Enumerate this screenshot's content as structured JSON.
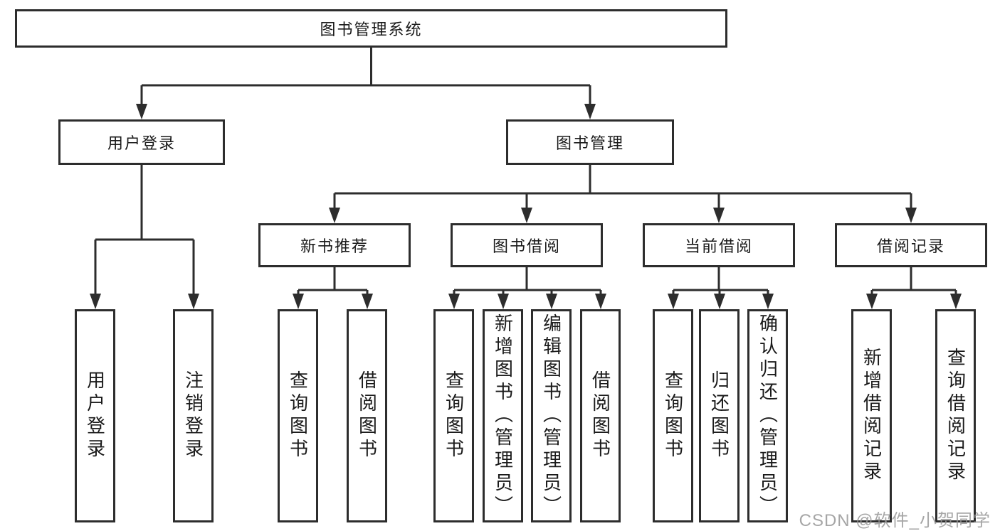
{
  "diagram": {
    "root_label": "图书管理系统",
    "user_login": {
      "label": "用户登录",
      "leaves": [
        "用户登录",
        "注销登录"
      ]
    },
    "book_mgmt": {
      "label": "图书管理",
      "sections": [
        {
          "label": "新书推荐",
          "leaves": [
            "查询图书",
            "借阅图书"
          ]
        },
        {
          "label": "图书借阅",
          "leaves": [
            "查询图书",
            "新增图书（管理员）",
            "编辑图书（管理员）",
            "借阅图书"
          ]
        },
        {
          "label": "当前借阅",
          "leaves": [
            "查询图书",
            "归还图书",
            "确认归还（管理员）"
          ]
        },
        {
          "label": "借阅记录",
          "leaves": [
            "新增借阅记录",
            "查询借阅记录"
          ]
        }
      ]
    }
  },
  "watermark": "CSDN @软件_小贺同学",
  "colors": {
    "line": "#2d2d2d",
    "box_border": "#2d2d2d",
    "text": "#1a1a1a",
    "watermark": "#969696",
    "background": "#ffffff"
  }
}
